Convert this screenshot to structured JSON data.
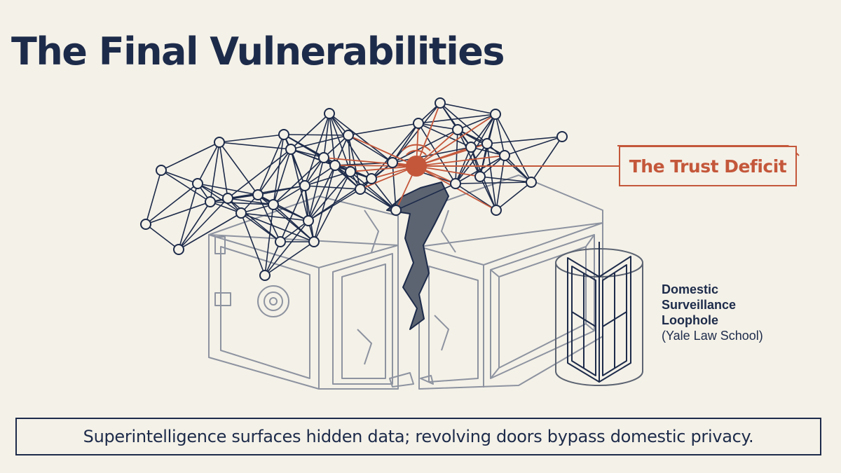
{
  "title": "The Final Vulnerabilities",
  "callouts": {
    "trust_deficit": "The Trust Deficit",
    "surveillance_line1": "Domestic",
    "surveillance_line2": "Surveillance",
    "surveillance_line3": "Loophole",
    "surveillance_source": "(Yale Law School)"
  },
  "caption": "Superintelligence surfaces hidden data; revolving doors bypass domestic privacy.",
  "colors": {
    "ink": "#1d2b4a",
    "accent": "#c4573a",
    "line_gray": "#8d93a0",
    "background": "#f4f1e8"
  },
  "icons": [
    "network-graph-icon",
    "cracked-safe-icon",
    "revolving-door-icon"
  ]
}
